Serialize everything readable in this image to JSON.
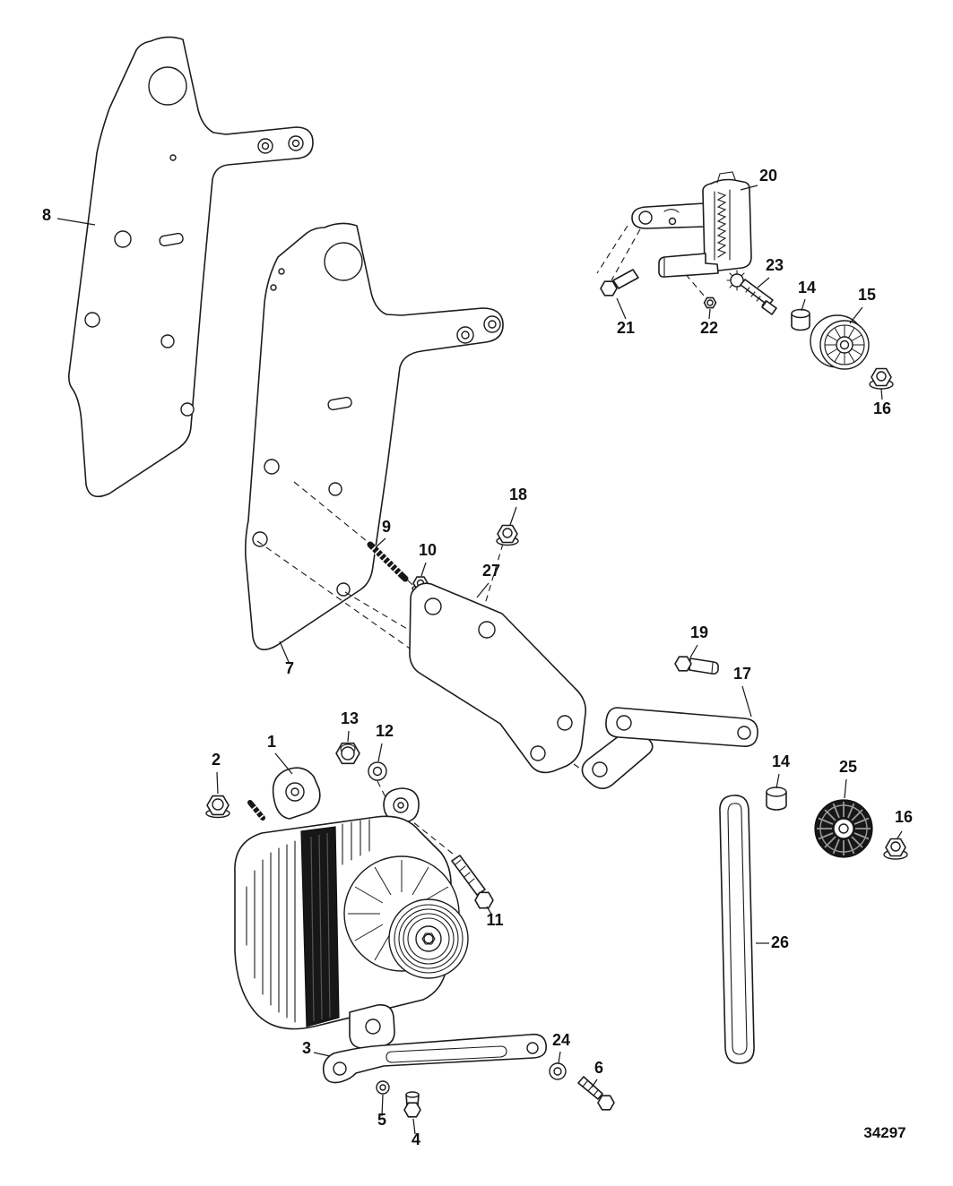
{
  "diagram": {
    "drawing_number": "34297"
  },
  "callouts": [
    "8",
    "20",
    "21",
    "22",
    "23",
    "14",
    "15",
    "16",
    "18",
    "9",
    "10",
    "27",
    "7",
    "19",
    "17",
    "13",
    "12",
    "2",
    "1",
    "11",
    "14",
    "25",
    "16",
    "26",
    "3",
    "24",
    "6",
    "5",
    "4"
  ]
}
